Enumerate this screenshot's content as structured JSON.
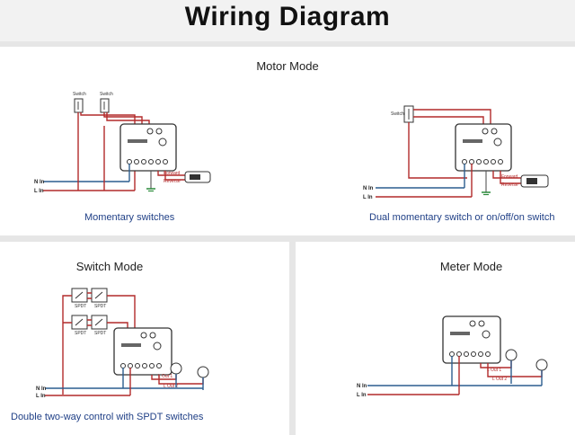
{
  "header": {
    "title": "Wiring Diagram"
  },
  "motor": {
    "title": "Motor Mode",
    "left_caption": "Momentary switches",
    "right_caption": "Dual momentary switch or on/off/on switch",
    "switch_label": "Switch",
    "forward_label": "Forward",
    "reverse_label": "Reverse"
  },
  "switch_mode": {
    "title": "Switch Mode",
    "caption": "Double two-way control with SPDT switches",
    "spdt_label": "SPDT",
    "out1_label": "L Out 1",
    "out2_label": "L Out 2"
  },
  "meter": {
    "title": "Meter Mode",
    "out1_label": "L Out 1",
    "out2_label": "L Out 2"
  },
  "wires": {
    "n_in": "N In",
    "l_in": "L In"
  },
  "colors": {
    "line": "#b22a2a",
    "neutral": "#2c5d8f",
    "caption": "#1f3f86"
  }
}
